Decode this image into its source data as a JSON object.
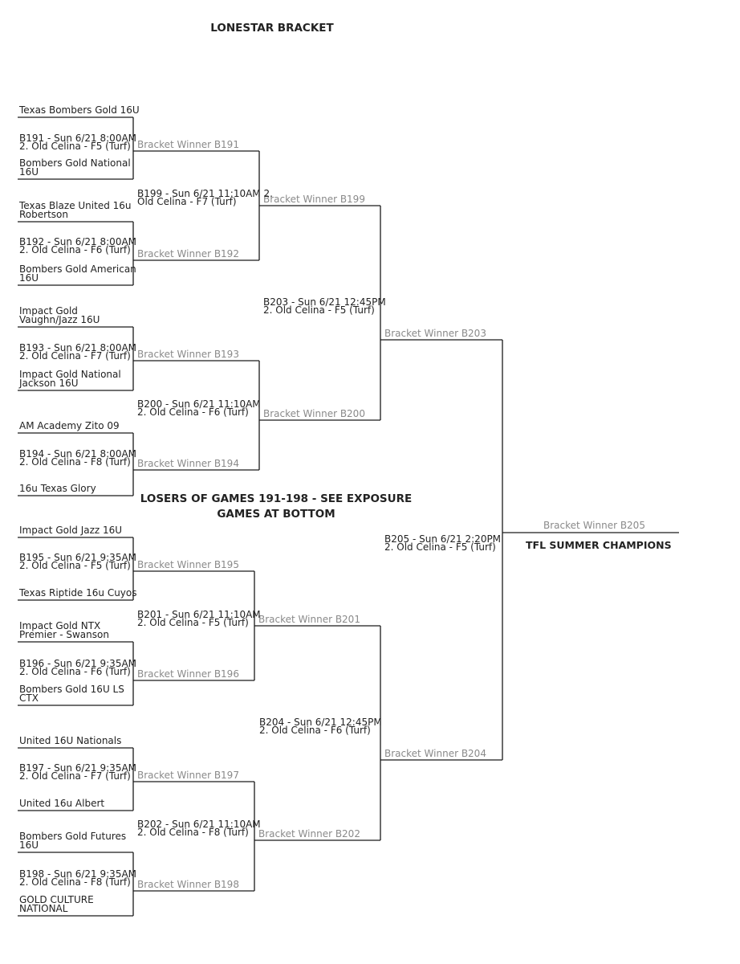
{
  "title": "LONESTAR BRACKET",
  "losers_note": {
    "line1": "LOSERS OF GAMES 191-198 - SEE EXPOSURE",
    "line2": "GAMES AT BOTTOM"
  },
  "teams": [
    [
      "Texas Bombers Gold 16U"
    ],
    [
      "Bombers Gold National",
      "16U"
    ],
    [
      "Texas Blaze United 16u",
      "Robertson"
    ],
    [
      "Bombers Gold American",
      "16U"
    ],
    [
      "Impact Gold",
      "Vaughn/Jazz 16U"
    ],
    [
      "Impact Gold National",
      "Jackson 16U"
    ],
    [
      "AM Academy Zito 09"
    ],
    [
      "16u Texas Glory"
    ],
    [
      "Impact Gold Jazz 16U"
    ],
    [
      "Texas Riptide 16u Cuyos"
    ],
    [
      "Impact Gold NTX",
      "Premier - Swanson"
    ],
    [
      "Bombers Gold 16U LS",
      "CTX"
    ],
    [
      "United 16U Nationals"
    ],
    [
      "United 16u Albert"
    ],
    [
      "Bombers Gold Futures",
      "16U"
    ],
    [
      "GOLD CULTURE",
      "NATIONAL"
    ]
  ],
  "games": [
    [
      "B191 - Sun 6/21 8:00AM",
      "2. Old Celina - F5 (Turf)"
    ],
    [
      "B192 - Sun 6/21 8:00AM",
      "2. Old Celina - F6 (Turf)"
    ],
    [
      "B193 - Sun 6/21 8:00AM",
      "2. Old Celina - F7 (Turf)"
    ],
    [
      "B194 - Sun 6/21 8:00AM",
      "2. Old Celina - F8 (Turf)"
    ],
    [
      "B195 - Sun 6/21 9:35AM",
      "2. Old Celina - F5 (Turf)"
    ],
    [
      "B196 - Sun 6/21 9:35AM",
      "2. Old Celina - F6 (Turf)"
    ],
    [
      "B197 - Sun 6/21 9:35AM",
      "2. Old Celina - F7 (Turf)"
    ],
    [
      "B198 - Sun 6/21 9:35AM",
      "2. Old Celina - F8 (Turf)"
    ],
    [
      "B199 - Sun 6/21 11:10AM 2.",
      "Old Celina - F7 (Turf)"
    ],
    [
      "B200 - Sun 6/21 11:10AM",
      "2. Old Celina - F6 (Turf)"
    ],
    [
      "B201 - Sun 6/21 11:10AM",
      "2. Old Celina - F5 (Turf)"
    ],
    [
      "B202 - Sun 6/21 11:10AM",
      "2. Old Celina - F8 (Turf)"
    ],
    [
      "B203 - Sun 6/21 12:45PM",
      "2. Old Celina - F5 (Turf)"
    ],
    [
      "B204 - Sun 6/21 12:45PM",
      "2. Old Celina - F6 (Turf)"
    ],
    [
      "B205 - Sun 6/21 2:20PM",
      "2. Old Celina - F5 (Turf)"
    ]
  ],
  "winners": [
    "Bracket Winner B191",
    "Bracket Winner B192",
    "Bracket Winner B193",
    "Bracket Winner B194",
    "Bracket Winner B195",
    "Bracket Winner B196",
    "Bracket Winner B197",
    "Bracket Winner B198",
    "Bracket Winner B199",
    "Bracket Winner B200",
    "Bracket Winner B201",
    "Bracket Winner B202",
    "Bracket Winner B203",
    "Bracket Winner B204",
    "Bracket Winner B205"
  ],
  "champion_label": "TFL SUMMER CHAMPIONS",
  "line_color": "#1a1a1a",
  "winner_text_color": "#8a8a8a"
}
